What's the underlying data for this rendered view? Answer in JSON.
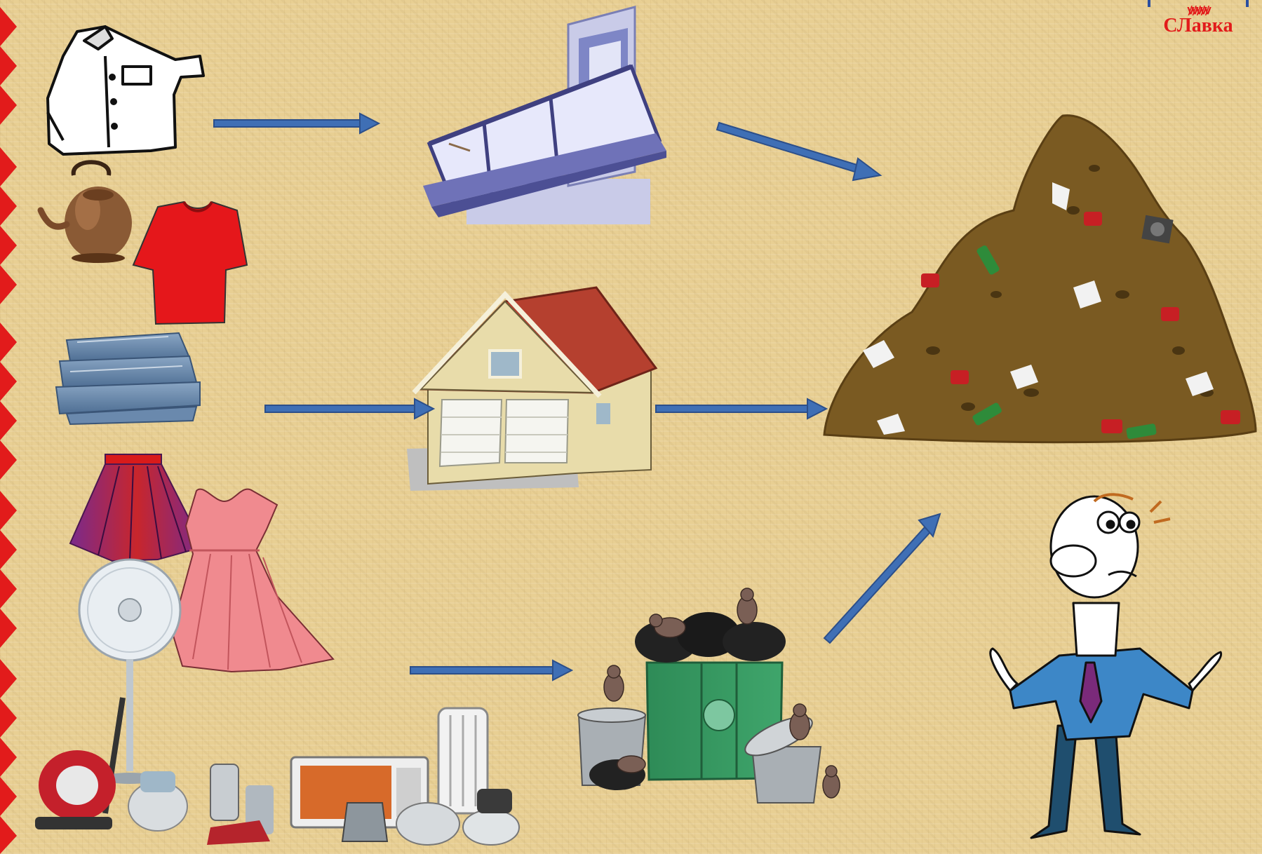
{
  "logo": {
    "crown": "ꝟꝟꝟꝟꝟ",
    "text": "СЛавка"
  },
  "colors": {
    "background": "#e8cf93",
    "arrow": "#3f6fb5",
    "arrow_outline": "#2c4f8a",
    "border_zigzag": "#e21b1b",
    "logo_red": "#e21b1b"
  },
  "nodes": [
    {
      "id": "clothes-and-appliances",
      "icons": [
        "white-shirt-icon",
        "copper-kettle-icon",
        "red-tshirt-icon",
        "jeans-stack-icon",
        "skirt-icon",
        "pink-dress-icon",
        "electric-fan-icon",
        "home-appliances-icon"
      ]
    },
    {
      "id": "balcony",
      "icons": [
        "balcony-icon"
      ]
    },
    {
      "id": "garage",
      "icons": [
        "garage-house-icon"
      ]
    },
    {
      "id": "trash-container",
      "icons": [
        "trash-container-icon",
        "rat-icon"
      ]
    },
    {
      "id": "garbage-heap",
      "icons": [
        "garbage-heap-icon"
      ]
    },
    {
      "id": "confused-man",
      "icons": [
        "confused-man-icon"
      ]
    }
  ],
  "edges": [
    {
      "from": "clothes-and-appliances",
      "to": "balcony"
    },
    {
      "from": "balcony",
      "to": "garbage-heap"
    },
    {
      "from": "clothes-and-appliances",
      "to": "garage"
    },
    {
      "from": "garage",
      "to": "garbage-heap"
    },
    {
      "from": "clothes-and-appliances",
      "to": "trash-container"
    },
    {
      "from": "trash-container",
      "to": "garbage-heap"
    }
  ]
}
